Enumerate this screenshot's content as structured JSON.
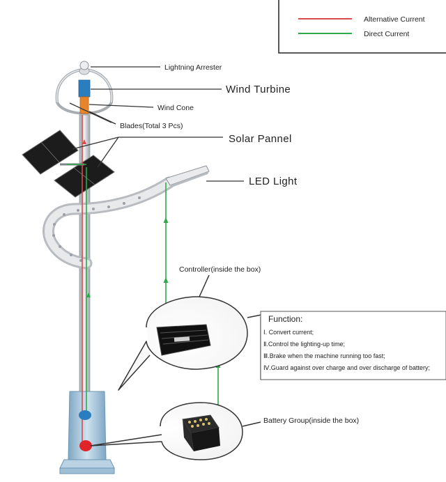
{
  "legend": {
    "ac_label": "Alternative Current",
    "dc_label": "Direct  Current",
    "ac_color": "#d84a4a",
    "dc_color": "#2ea84a"
  },
  "labels": {
    "lightning_arrester": "Lightning Arrester",
    "wind_turbine": "Wind Turbine",
    "wind_cone": "Wind Cone",
    "blades": "Blades(Total 3 Pcs)",
    "solar_panel": "Solar Pannel",
    "led_light": "LED Light",
    "controller": "Controller(inside the box)",
    "battery": "Battery Group(inside the box)"
  },
  "function_box": {
    "title": "Function:",
    "items": [
      "Ⅰ. Convert current;",
      "Ⅱ.Control the lighting-up time;",
      "Ⅲ.Brake when the machine running too fast;",
      "Ⅳ.Guard against over charge and over discharge of battery;"
    ]
  },
  "colors": {
    "pole": "#c9ccd0",
    "base": "#a9c7dd",
    "turbine_blue": "#2a7ec0",
    "cone_orange": "#e8852c",
    "panel_dark": "#1c1c1c",
    "node_blue": "#2a7ec0",
    "node_red": "#e0242a"
  }
}
